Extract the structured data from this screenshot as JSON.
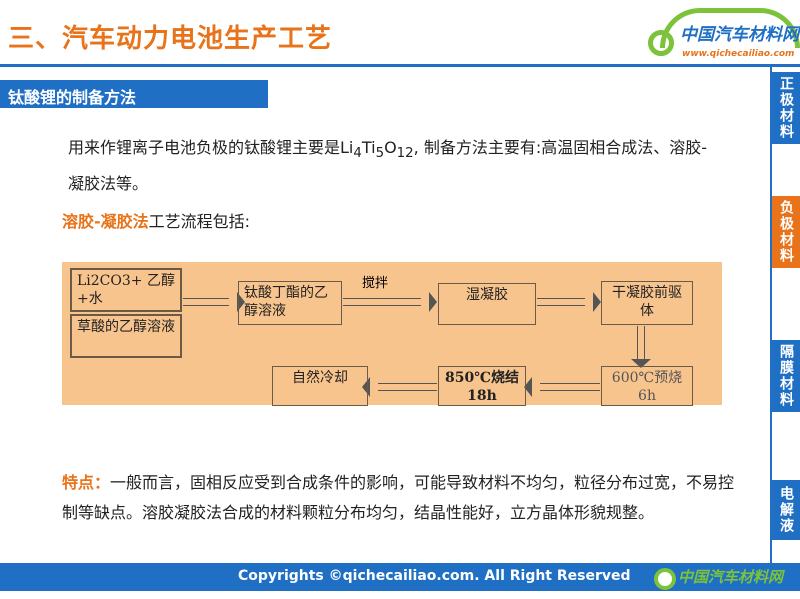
{
  "header": {
    "title": "三、汽车动力电池生产工艺",
    "logo_cn": "中国汽车材料网",
    "logo_url": "www.qichecailiao.com"
  },
  "section": {
    "title": "钛酸锂的制备方法"
  },
  "sidebar": {
    "items": [
      {
        "label": "正极材料",
        "active": false
      },
      {
        "label": "负极材料",
        "active": true
      },
      {
        "label": "隔膜材料",
        "active": false
      },
      {
        "label": "电解液",
        "active": false
      }
    ]
  },
  "body": {
    "intro_pre": "用来作锂离子电池负极的钛酸锂主要是Li",
    "sub4": "4",
    "ti": "Ti",
    "sub5": "5",
    "o": "O",
    "sub12": "12",
    "intro_post": ", 制备方法主要有:高温固相合成法、溶胶-凝胶法等。",
    "method": "溶胶-凝胶法",
    "method_suffix": "工艺流程包括:"
  },
  "flow": {
    "b1a": "Li2CO3+ 乙醇+水",
    "b1b": "草酸的乙醇溶液",
    "b2": "钛酸丁酯的乙醇溶液",
    "stir": "搅拌",
    "b3": "湿凝胶",
    "b4": "干凝胶前驱体",
    "b5a": "600℃预烧",
    "b5b": "6h",
    "b6a": "850℃烧结",
    "b6b": "18h",
    "b7": "自然冷却"
  },
  "features": {
    "label": "特点：",
    "text": "一般而言，固相反应受到合成条件的影响，可能导致材料不均匀，粒径分布过宽，不易控制等缺点。溶胶凝胶法合成的材料颗粒分布均匀，结晶性能好，立方晶体形貌规整。"
  },
  "footer": {
    "copyright": "Copyrights ©qichecailiao.com. All Right Reserved",
    "logo_cn": "中国汽车材料网"
  },
  "colors": {
    "blue": "#1f6fc5",
    "orange": "#e8731a",
    "green": "#7cc23a",
    "flow_bg": "#f8c48e"
  }
}
